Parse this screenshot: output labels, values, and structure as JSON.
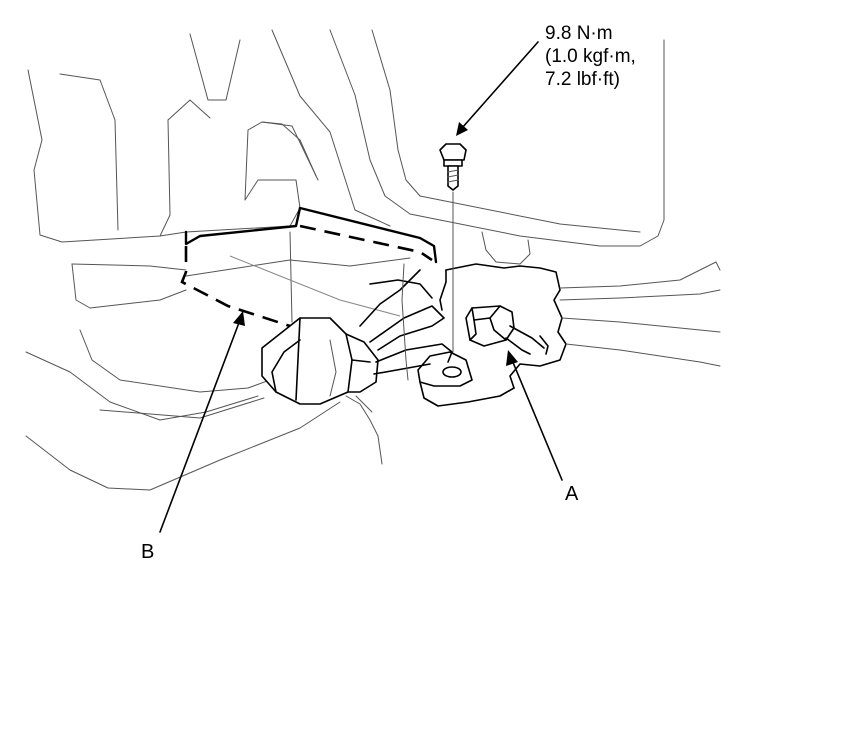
{
  "torque_spec": {
    "line1": "9.8 N·m",
    "line2": "(1.0 kgf·m,",
    "line3": "7.2 lbf·ft)"
  },
  "callouts": {
    "a": "A",
    "b": "B"
  }
}
